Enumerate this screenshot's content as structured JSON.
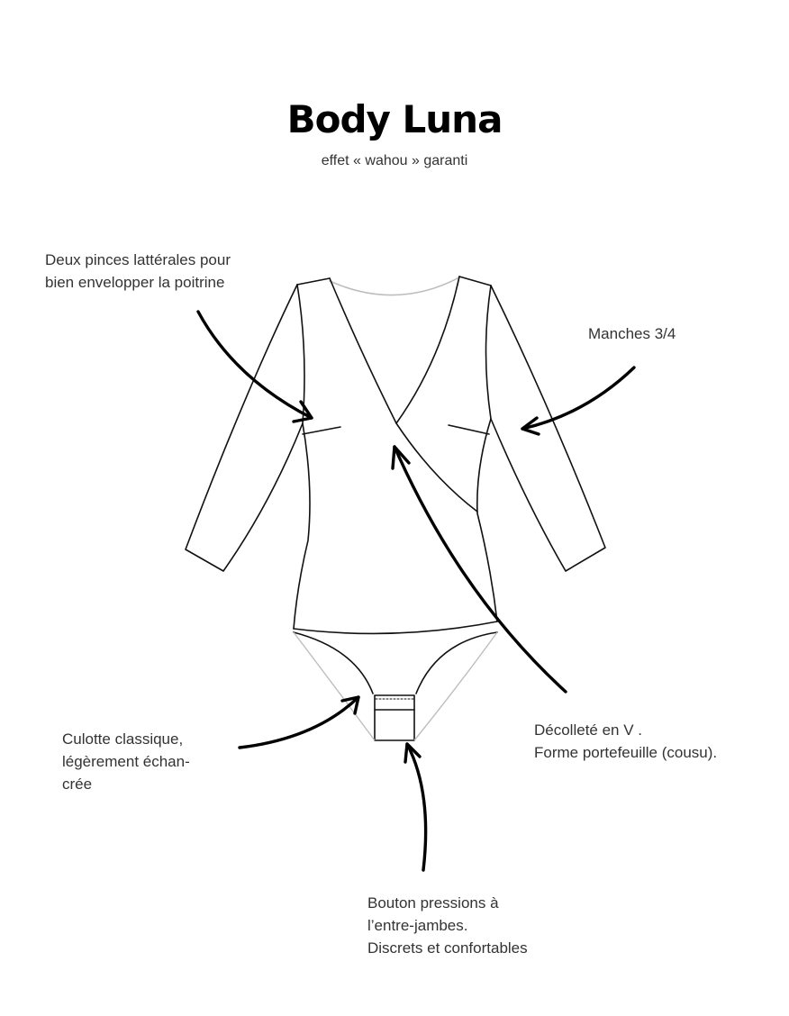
{
  "title": "Body Luna",
  "subtitle": "effet « wahou » garanti",
  "annotations": {
    "pinces": "Deux pinces lattérales pour\nbien envelopper la poitrine",
    "manches": "Manches 3/4",
    "culotte": "Culotte classique,\nlégèrement échan-\ncrée",
    "decollete": "Décolleté en V .\nForme portefeuille (cousu).",
    "bouton": "Bouton pressions à\nl’entre-jambes.\nDiscrets et confortables"
  },
  "colors": {
    "outline": "#000000",
    "seam": "#bdbdbd",
    "text": "#333333"
  }
}
